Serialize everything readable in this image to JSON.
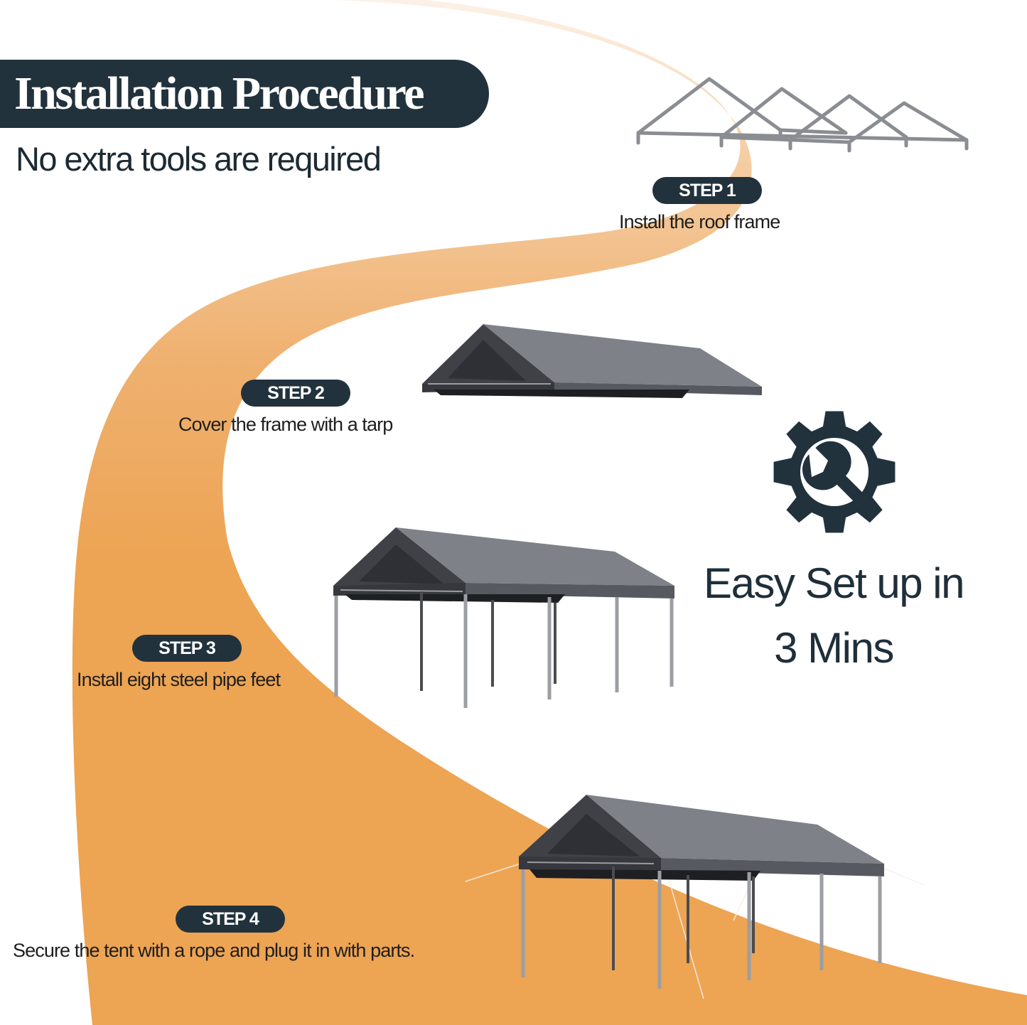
{
  "header": {
    "title": "Installation Procedure",
    "subtitle": "No extra tools are required"
  },
  "steps": [
    {
      "badge": "STEP 1",
      "description": "Install the roof frame",
      "illustration": "roof-frame-icon"
    },
    {
      "badge": "STEP 2",
      "description": "Cover the frame with a tarp",
      "illustration": "tarp-covered-frame-icon"
    },
    {
      "badge": "STEP 3",
      "description": "Install eight steel pipe feet",
      "illustration": "canopy-with-legs-icon"
    },
    {
      "badge": "STEP 4",
      "description": "Secure the tent with a rope and plug it in with parts.",
      "illustration": "canopy-secured-with-ropes-icon"
    }
  ],
  "promo": {
    "icon": "gear-wrench-icon",
    "line1": "Easy Set up in",
    "line2": "3 Mins"
  },
  "colors": {
    "navy": "#22323d",
    "road_orange": "#eda453",
    "road_light": "#f5c99a",
    "tarp_gray": "#5c5f66",
    "background": "#ffffff"
  }
}
